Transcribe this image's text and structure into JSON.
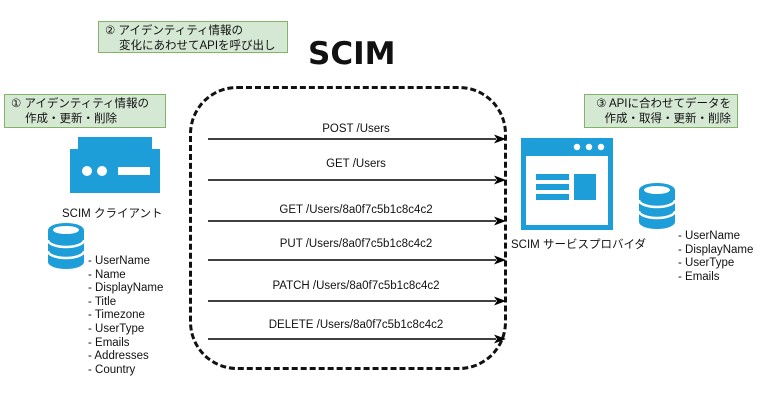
{
  "logo": "SCIM",
  "notes": {
    "client": [
      "① アイデンティティ情報の",
      "作成・更新・削除"
    ],
    "change": [
      "② アイデンティティ情報の",
      "変化にあわせてAPIを呼び出し"
    ],
    "provider": [
      "③ APIに合わせてデータを",
      "作成・取得・更新・削除"
    ]
  },
  "client": {
    "label": "SCIM クライアント",
    "attributes": [
      "- UserName",
      "- Name",
      "- DisplayName",
      "- Title",
      "- Timezone",
      "- UserType",
      "- Emails",
      "- Addresses",
      "- Country"
    ]
  },
  "provider": {
    "label": "SCIM サービスプロバイダ",
    "attributes": [
      "- UserName",
      "- DisplayName",
      "- UserType",
      "- Emails"
    ]
  },
  "requests": [
    "POST  /Users",
    "GET  /Users",
    "GET  /Users/8a0f7c5b1c8c4c2",
    "PUT  /Users/8a0f7c5b1c8c4c2",
    "PATCH  /Users/8a0f7c5b1c8c4c2",
    "DELETE  /Users/8a0f7c5b1c8c4c2"
  ],
  "colors": {
    "accent": "#1e9ed8",
    "note_fill": "#d5e8d4",
    "note_border": "#82b366"
  }
}
